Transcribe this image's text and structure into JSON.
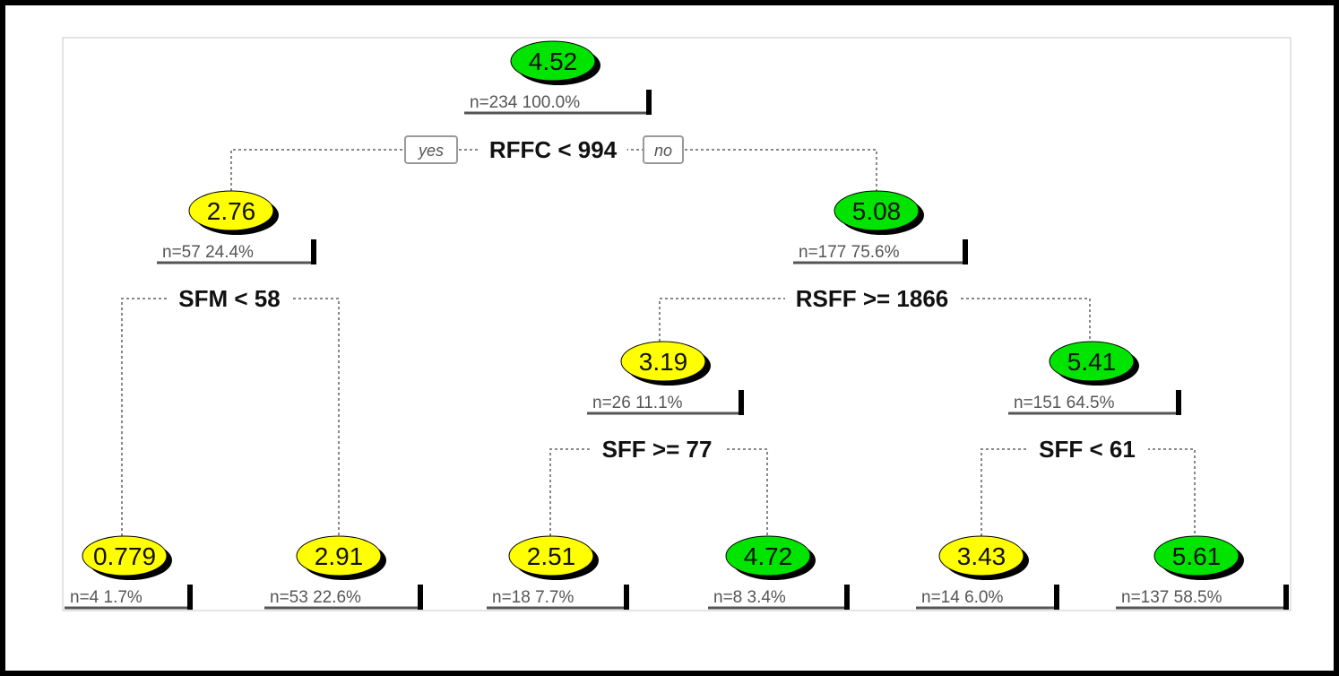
{
  "colors": {
    "green": "#00e400",
    "yellow": "#ffff00",
    "edge": "#888888"
  },
  "edge_labels": {
    "yes": "yes",
    "no": "no"
  },
  "nodes": [
    {
      "id": "root",
      "value": "4.52",
      "stats": "n=234  100.0%",
      "color": "green",
      "split": "RFFC < 994"
    },
    {
      "id": "l",
      "value": "2.76",
      "stats": "n=57  24.4%",
      "color": "yellow",
      "split": "SFM < 58"
    },
    {
      "id": "r",
      "value": "5.08",
      "stats": "n=177  75.6%",
      "color": "green",
      "split": "RSFF >= 1866"
    },
    {
      "id": "rl",
      "value": "3.19",
      "stats": "n=26  11.1%",
      "color": "yellow",
      "split": "SFF >= 77"
    },
    {
      "id": "rr",
      "value": "5.41",
      "stats": "n=151  64.5%",
      "color": "green",
      "split": "SFF < 61"
    },
    {
      "id": "ll",
      "value": "0.779",
      "stats": "n=4  1.7%",
      "color": "yellow"
    },
    {
      "id": "lr",
      "value": "2.91",
      "stats": "n=53  22.6%",
      "color": "yellow"
    },
    {
      "id": "rll",
      "value": "2.51",
      "stats": "n=18  7.7%",
      "color": "yellow"
    },
    {
      "id": "rlr",
      "value": "4.72",
      "stats": "n=8  3.4%",
      "color": "green"
    },
    {
      "id": "rrl",
      "value": "3.43",
      "stats": "n=14  6.0%",
      "color": "yellow"
    },
    {
      "id": "rrr",
      "value": "5.61",
      "stats": "n=137  58.5%",
      "color": "green"
    }
  ]
}
